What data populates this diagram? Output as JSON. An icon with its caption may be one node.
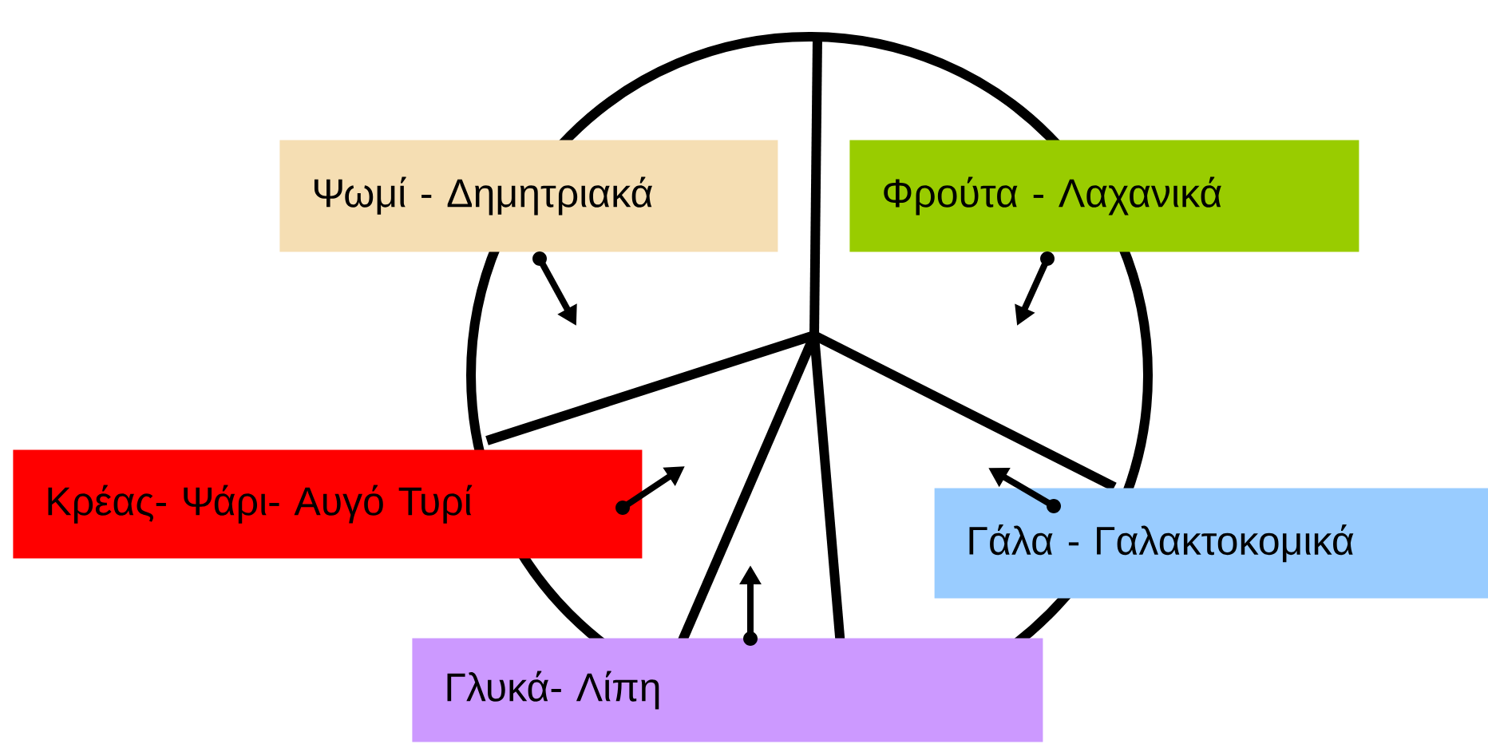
{
  "diagram": {
    "nodes": [
      {
        "text": [
          "Ψωμί - Δημητριακά"
        ]
      },
      {
        "text": [
          "Φρούτα - Λαχανικά"
        ]
      },
      {
        "text": [
          "Κρέας- Ψάρι- Αυγό Τυρί"
        ]
      },
      {
        "text": [
          "Γάλα - Γαλακτοκομικά"
        ]
      },
      {
        "text": [
          "Γλυκά- Λίπη"
        ]
      }
    ],
    "edges": [
      {
        "from": 0,
        "to": null,
        "arrow": "to"
      },
      {
        "from": 1,
        "to": null,
        "arrow": "to"
      },
      {
        "from": 2,
        "to": null,
        "arrow": "to"
      },
      {
        "from": 3,
        "to": null,
        "arrow": "to"
      },
      {
        "from": 4,
        "to": null,
        "arrow": "to"
      }
    ]
  }
}
